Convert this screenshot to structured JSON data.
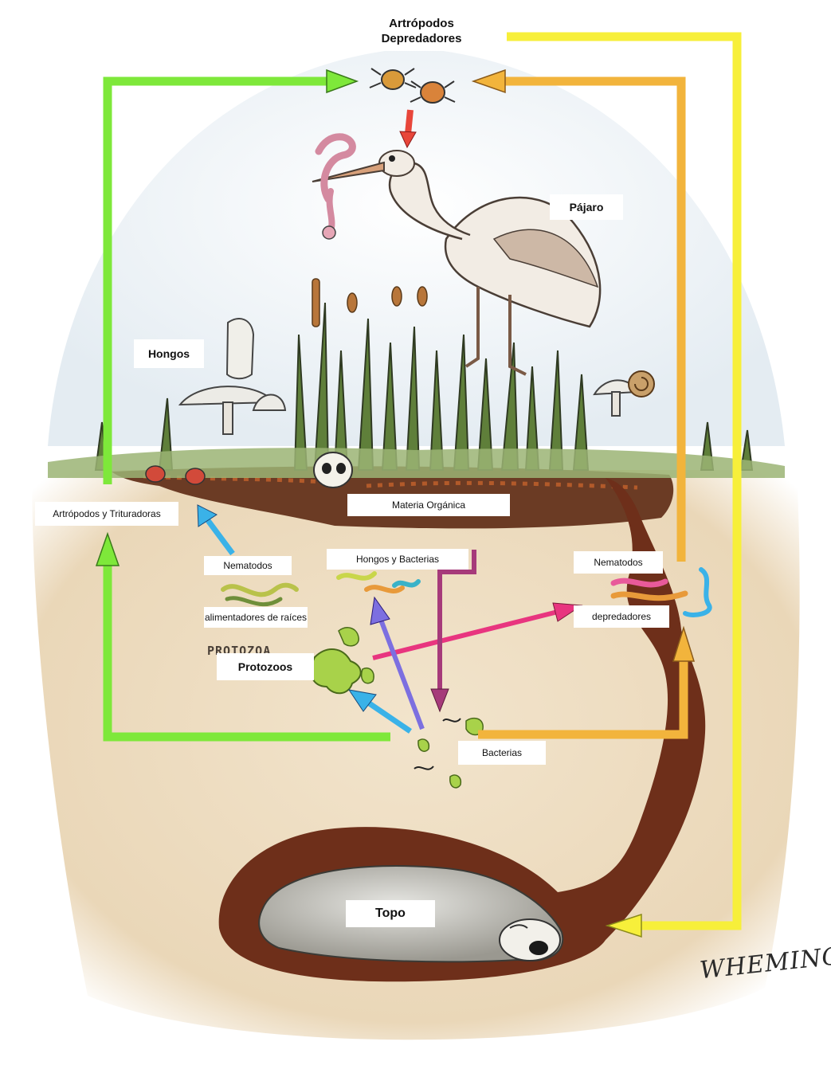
{
  "colors": {
    "plant_arrow": "#7ee83a",
    "bird_arrow": "#f2b43c",
    "mole_arrow": "#f7ef3a",
    "predator_arrow": "#e8463a",
    "protozoa_to_nematode_arrow": "#e8357f",
    "bacteria_to_protozoa_arrow": "#3ab2e8",
    "bacteria_to_fungi_arrow": "#7c6fe0",
    "organic_to_bacteria_arrow": "#a63a7a",
    "nematode_up_arrow": "#3ab2e8",
    "soil": "#efe0c8",
    "litter": "#6b3b24",
    "burrow": "#6e2f1a"
  },
  "labels": {
    "arthropod_predators": "Artrópodos\nDepredadores",
    "bird": "Pájaro",
    "fungi": "Hongos",
    "shredders": "Artrópodos y Trituradoras",
    "organic_matter": "Materia Orgánica",
    "fungi_bacteria": "Hongos y Bacterias",
    "root_nematodes_top": "Nematodos",
    "root_nematodes_bottom": "alimentadores de raíces",
    "predator_nematodes_top": "Nematodos",
    "predator_nematodes_bottom": "depredadores",
    "protozoa": "Protozoos",
    "protozoa_printed": "PROTOZOA",
    "bacteria": "Bacterias",
    "mole": "Topo",
    "signature": "WHEMING"
  },
  "icons": [
    "mite-icon",
    "earthworm-icon",
    "heron-icon",
    "mushroom-icon",
    "skull-icon",
    "grass-icon",
    "nematode-icon",
    "protozoa-icon",
    "bacteria-icon",
    "mole-icon",
    "snail-icon"
  ]
}
